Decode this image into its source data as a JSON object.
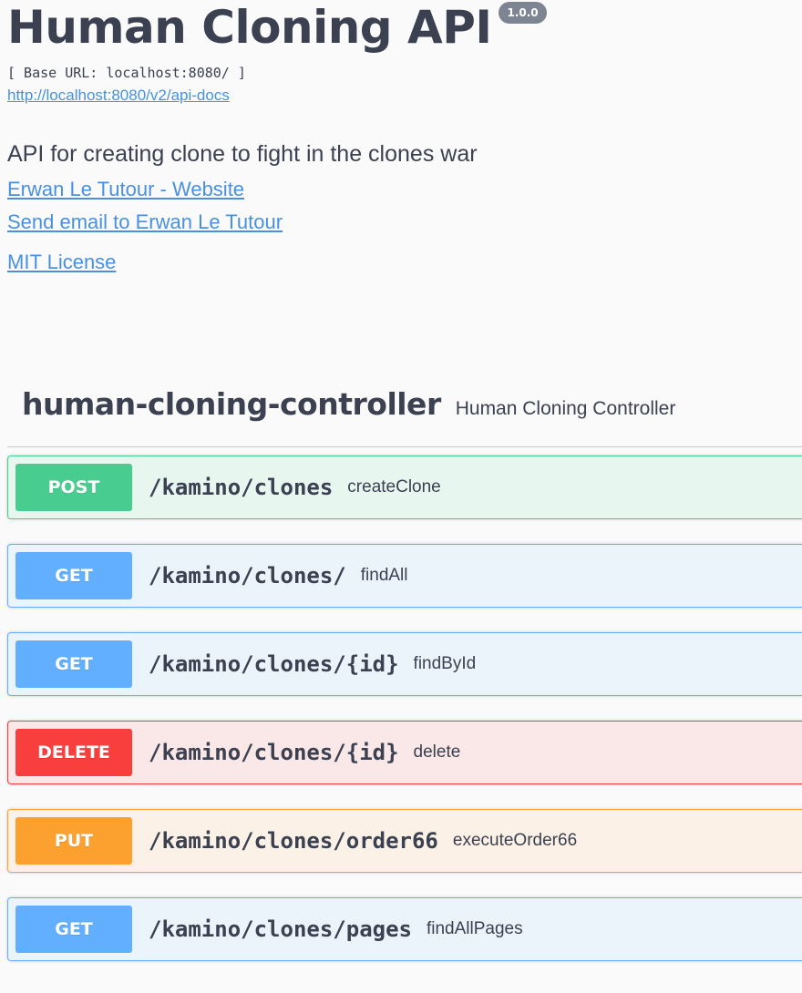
{
  "info": {
    "title": "Human Cloning API",
    "version": "1.0.0",
    "base_url": "[ Base URL: localhost:8080/ ]",
    "docs_link": "http://localhost:8080/v2/api-docs",
    "description": "API for creating clone to fight in the clones war",
    "contact_website": "Erwan Le Tutour - Website",
    "contact_email": "Send email to Erwan Le Tutour",
    "license": "MIT License"
  },
  "tag": {
    "name": "human-cloning-controller",
    "description": "Human Cloning Controller"
  },
  "operations": [
    {
      "method": "POST",
      "path": "/kamino/clones",
      "op_id": "createClone"
    },
    {
      "method": "GET",
      "path": "/kamino/clones/",
      "op_id": "findAll"
    },
    {
      "method": "GET",
      "path": "/kamino/clones/{id}",
      "op_id": "findById"
    },
    {
      "method": "DELETE",
      "path": "/kamino/clones/{id}",
      "op_id": "delete"
    },
    {
      "method": "PUT",
      "path": "/kamino/clones/order66",
      "op_id": "executeOrder66"
    },
    {
      "method": "GET",
      "path": "/kamino/clones/pages",
      "op_id": "findAllPages"
    }
  ],
  "colors": {
    "post": "#49cc90",
    "get": "#61affe",
    "delete": "#f93e3e",
    "put": "#fca130",
    "link": "#4990e2",
    "text": "#3b4151"
  }
}
